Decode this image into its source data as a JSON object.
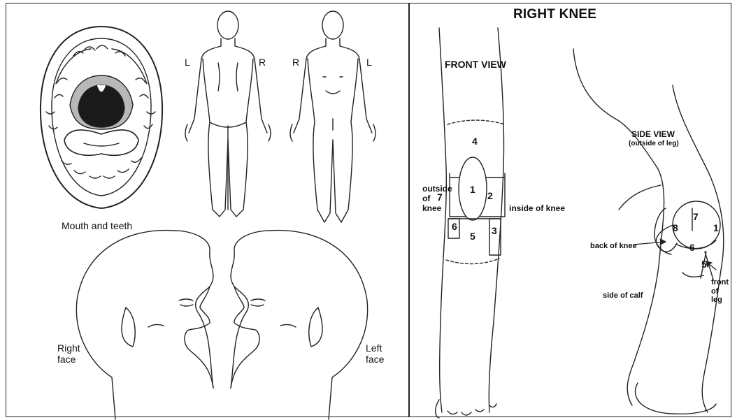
{
  "left_panel": {
    "mouth_label": "Mouth and teeth",
    "back_body": {
      "left_marker": "L",
      "right_marker": "R"
    },
    "front_body": {
      "right_marker": "R",
      "left_marker": "L"
    },
    "right_face_label": "Right\nface",
    "left_face_label": "Left\nface"
  },
  "right_panel": {
    "title": "RIGHT KNEE",
    "front_view": {
      "heading": "FRONT VIEW",
      "outside_label": "outside\nof\nknee",
      "inside_label": "inside of knee",
      "zones": [
        "1",
        "2",
        "3",
        "4",
        "5",
        "6",
        "7"
      ]
    },
    "side_view": {
      "heading": "SIDE VIEW",
      "subheading": "(outside of leg)",
      "back_of_knee": "back of knee",
      "side_of_calf": "side of calf",
      "front_of_leg": "front\nof\nleg",
      "zones": [
        "1",
        "5",
        "6",
        "7",
        "8"
      ]
    }
  },
  "colors": {
    "line": "#222222",
    "mouth_dark": "#1a1a1a",
    "mouth_gray": "#b8b8b8",
    "background": "#ffffff"
  }
}
